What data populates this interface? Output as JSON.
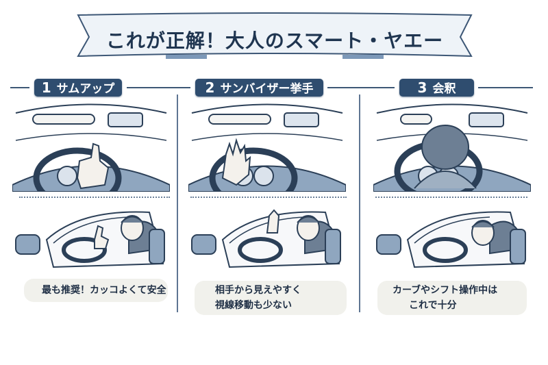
{
  "title": "これが正解！大人のスマート・ヤエー",
  "sections": [
    {
      "num": "1",
      "label": "サムアップ",
      "caption": [
        "最も推奨！カッコよくて安全"
      ]
    },
    {
      "num": "2",
      "label": "サンバイザー挙手",
      "caption": [
        "相手から見えやすく",
        "視線移動も少ない"
      ]
    },
    {
      "num": "3",
      "label": "会釈",
      "caption": [
        "カーブやシフト操作中は",
        "これで十分"
      ]
    }
  ],
  "colors": {
    "navy": "#2f4d6f",
    "ink": "#1f3550",
    "caption_bg": "#f1f1ec",
    "shade": "#8fa6bf"
  }
}
